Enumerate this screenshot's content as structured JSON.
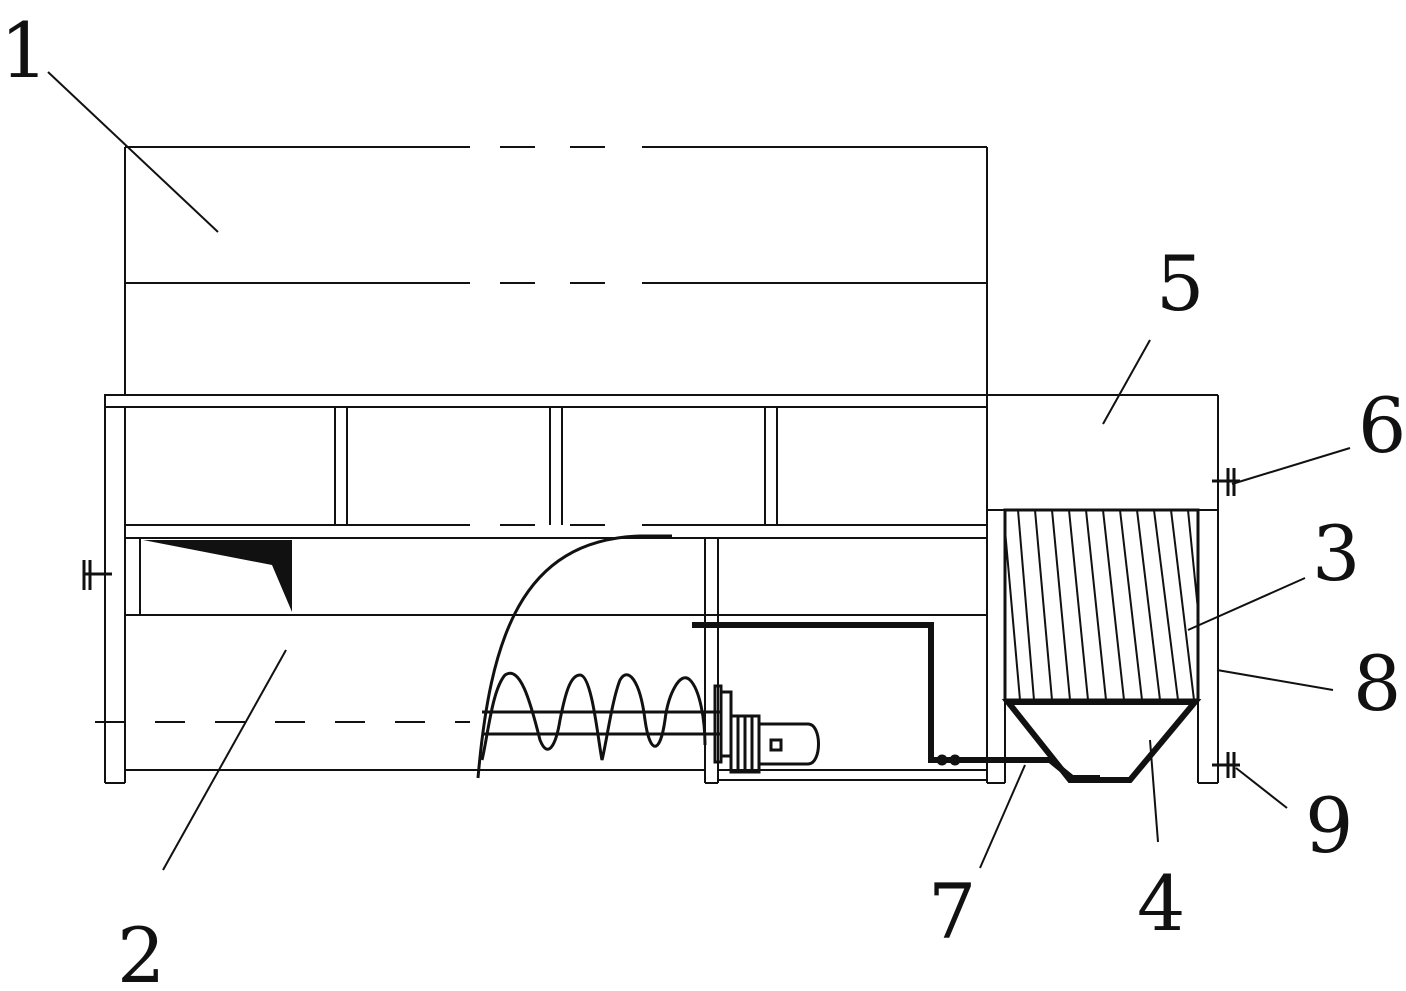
{
  "labels": [
    {
      "id": "1",
      "text": "1"
    },
    {
      "id": "2",
      "text": "2"
    },
    {
      "id": "3",
      "text": "3"
    },
    {
      "id": "4",
      "text": "4"
    },
    {
      "id": "5",
      "text": "5"
    },
    {
      "id": "6",
      "text": "6"
    },
    {
      "id": "7",
      "text": "7"
    },
    {
      "id": "8",
      "text": "8"
    },
    {
      "id": "9",
      "text": "9"
    }
  ],
  "colors": {
    "line": "#111111",
    "background": "#ffffff"
  }
}
